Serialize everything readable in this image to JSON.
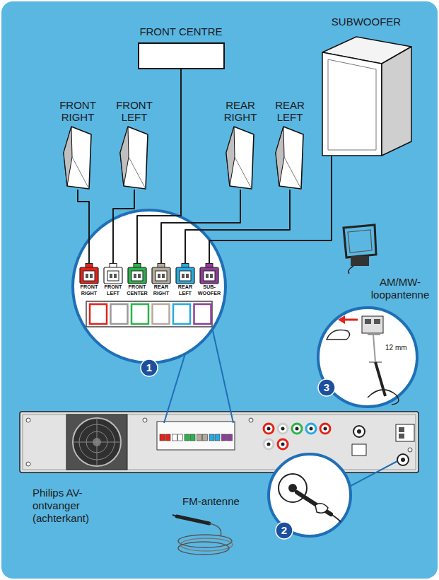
{
  "diagram": {
    "nodes": [
      {
        "text": [
          "FRONT CENTRE"
        ]
      },
      {
        "text": [
          "SUBWOOFER"
        ]
      },
      {
        "text": [
          "FRONT RIGHT"
        ]
      },
      {
        "text": [
          "FRONT LEFT"
        ]
      },
      {
        "text": [
          "REAR RIGHT"
        ]
      },
      {
        "text": [
          "REAR LEFT"
        ]
      },
      {
        "text": [
          "FRONT RIGHT"
        ]
      },
      {
        "text": [
          "FRONT LEFT"
        ]
      },
      {
        "text": [
          "FRONT CENTER"
        ]
      },
      {
        "text": [
          "REAR RIGHT"
        ]
      },
      {
        "text": [
          "REAR LEFT"
        ]
      },
      {
        "text": [
          "SUB-WOOFER"
        ]
      }
    ],
    "edges": [
      {
        "from": 2,
        "to": 6,
        "arrow": "none"
      },
      {
        "from": 3,
        "to": 7,
        "arrow": "none"
      },
      {
        "from": 0,
        "to": 8,
        "arrow": "none"
      },
      {
        "from": 4,
        "to": 9,
        "arrow": "none"
      },
      {
        "from": 5,
        "to": 10,
        "arrow": "none"
      },
      {
        "from": 1,
        "to": 11,
        "arrow": "none"
      }
    ],
    "labels": [
      "AM/MW- loopantenne",
      "12 mm",
      "3",
      "1",
      "Philips AV-ontvanger (achterkant)",
      "FM-antenne",
      "2"
    ]
  }
}
